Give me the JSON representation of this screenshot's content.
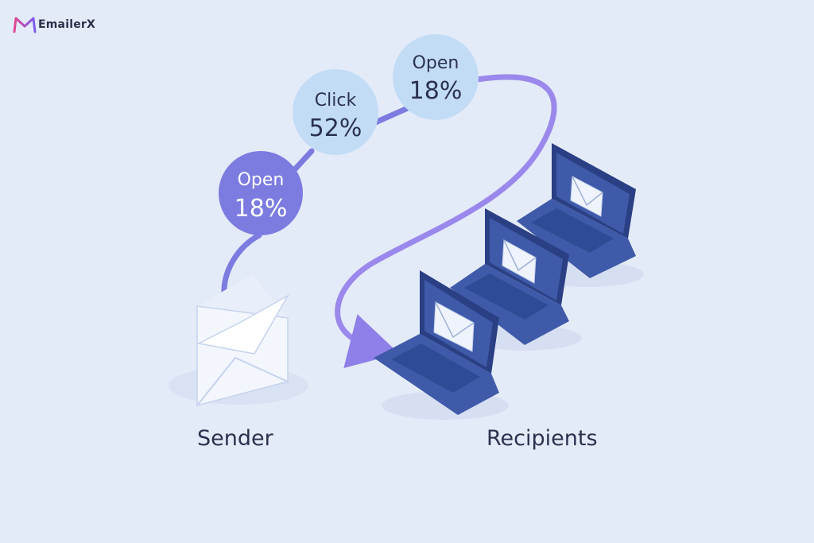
{
  "brand": {
    "name": "EmailerX",
    "accent": "#e0488f",
    "accent_2": "#7a5cf0"
  },
  "labels": {
    "sender": "Sender",
    "recipients": "Recipients"
  },
  "metrics": [
    {
      "label": "Open",
      "value": "18%",
      "color": "#7b7be0",
      "text_color": "#ffffff"
    },
    {
      "label": "Click",
      "value": "52%",
      "color": "#c3dcf6",
      "text_color": "#2a3250"
    },
    {
      "label": "Open",
      "value": "18%",
      "color": "#c3dcf6",
      "text_color": "#2a3250"
    }
  ],
  "colors": {
    "background": "#e4ebf8",
    "path": "#7b7be0",
    "laptop": "#3f5aa8",
    "laptop_dark": "#2a3f84",
    "envelope": "#f1f5fc"
  },
  "icons": {
    "logo": "m-logo-icon",
    "sender": "envelope-icon",
    "recipient": "laptop-icon"
  }
}
